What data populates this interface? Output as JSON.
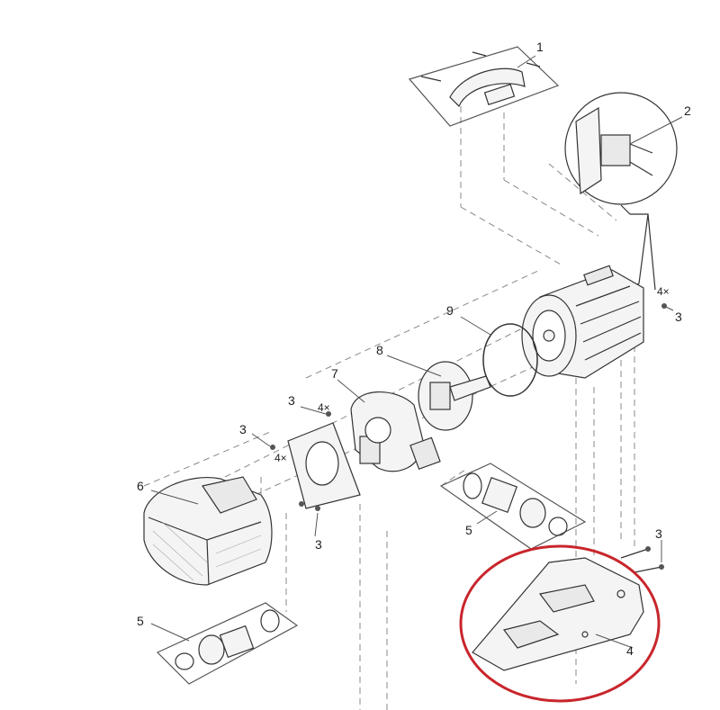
{
  "callouts": {
    "handle": "1",
    "switch_detail": "2",
    "screw_motor": "3",
    "screw_volute_top": "3",
    "screw_screen_left": "3",
    "screw_screen_bottom": "3",
    "screw_base": "3",
    "qty_motor": "4×",
    "qty_volute": "4×",
    "qty_screen": "4×",
    "base_cover": "4",
    "hose_kit_right": "5",
    "hose_kit_left": "5",
    "filter_housing": "6",
    "pump_volute": "7",
    "impeller": "8",
    "o_ring": "9"
  },
  "highlight": {
    "color": "#c8262c",
    "target": "base_cover"
  },
  "colors": {
    "line": "#333333",
    "leader": "#555555",
    "dash": "#888888",
    "fill": "#f4f4f4"
  }
}
